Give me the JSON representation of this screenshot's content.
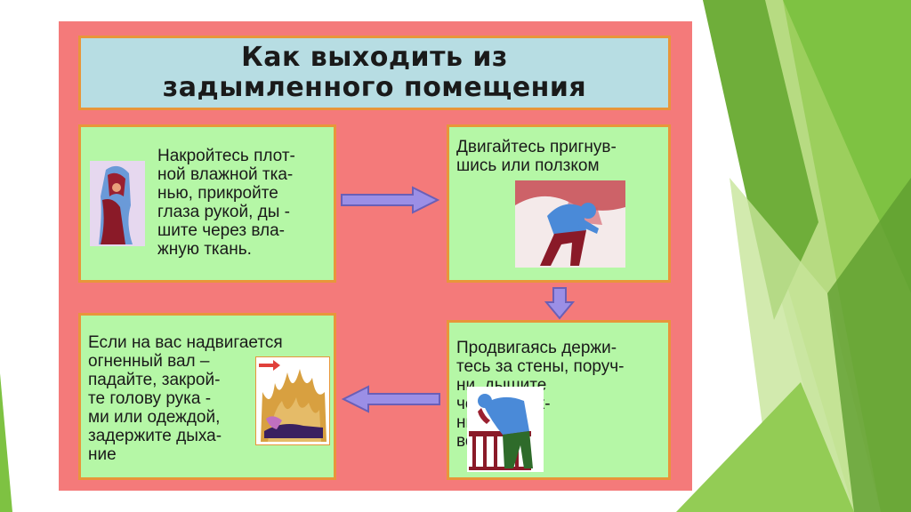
{
  "title": "Как выходить из\nзадымленного помещения",
  "steps": [
    {
      "text": "Накройтесь плот-\nной влажной тка-\nнью, прикройте\nглаза рукой, ды -\nшите  через вла-\nжную ткань.",
      "icon": "cover-face-icon"
    },
    {
      "text": "Двигайтесь пригнув-\nшись или ползком",
      "icon": "crouching-person-icon"
    },
    {
      "text": "Продвигаясь держи-\nтесь за стены, поруч-\nни, дышите\nчерез влаж-\nный носо –\nвой платок",
      "icon": "railing-person-icon"
    },
    {
      "text": "Если на вас надвигается\nогненный вал –\nпадайте, закрой-\nте голову рука -\nми или одеждой,\nзадержите дыха-\nние",
      "icon": "fire-wall-icon"
    }
  ],
  "colors": {
    "poster": "#f47a7a",
    "title_box": "#b7dde3",
    "card": "#b5f7a6",
    "border": "#e8963a",
    "arrow": "#9b8fe6",
    "slide_green": "#7ec242"
  }
}
